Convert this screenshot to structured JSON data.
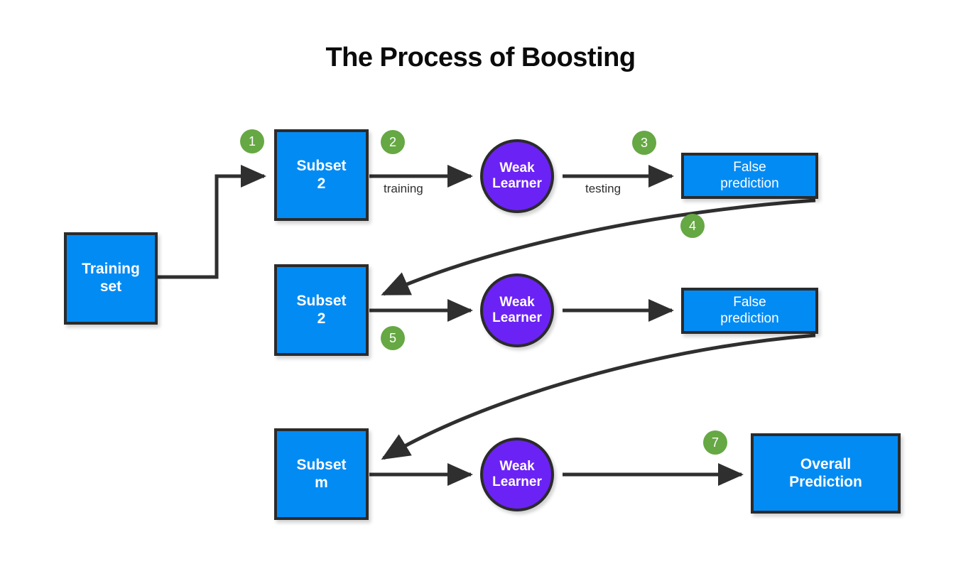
{
  "page": {
    "title": "The Process of Boosting",
    "background": "#ffffff"
  },
  "colors": {
    "node_blue": "#038bf4",
    "node_purple": "#6b22f5",
    "badge_green": "#66a844",
    "stroke_dark": "#2b2b2b",
    "text_light": "#ffffff",
    "label_gray": "#2f2f2f"
  },
  "nodes": {
    "training_set": {
      "label": "Training\nset",
      "line1": "Training",
      "line2": "set",
      "shape": "rect",
      "color": "#038bf4"
    },
    "subset_row1": {
      "line1": "Subset",
      "line2": "2",
      "shape": "rect",
      "color": "#038bf4"
    },
    "subset_row2": {
      "line1": "Subset",
      "line2": "2",
      "shape": "rect",
      "color": "#038bf4"
    },
    "subset_row3": {
      "line1": "Subset",
      "line2": "m",
      "shape": "rect",
      "color": "#038bf4"
    },
    "weak_learner_row1": {
      "line1": "Weak",
      "line2": "Learner",
      "shape": "circle",
      "color": "#6b22f5"
    },
    "weak_learner_row2": {
      "line1": "Weak",
      "line2": "Learner",
      "shape": "circle",
      "color": "#6b22f5"
    },
    "weak_learner_row3": {
      "line1": "Weak",
      "line2": "Learner",
      "shape": "circle",
      "color": "#6b22f5"
    },
    "false_prediction_row1": {
      "line1": "False",
      "line2": "prediction",
      "shape": "rect",
      "color": "#038bf4"
    },
    "false_prediction_row2": {
      "line1": "False",
      "line2": "prediction",
      "shape": "rect",
      "color": "#038bf4"
    },
    "overall_prediction": {
      "line1": "Overall",
      "line2": "Prediction",
      "shape": "rect",
      "color": "#038bf4"
    }
  },
  "badges": {
    "step1": "1",
    "step2": "2",
    "step3": "3",
    "step4": "4",
    "step5": "5",
    "step7": "7"
  },
  "edge_labels": {
    "training": "training",
    "testing": "testing"
  }
}
